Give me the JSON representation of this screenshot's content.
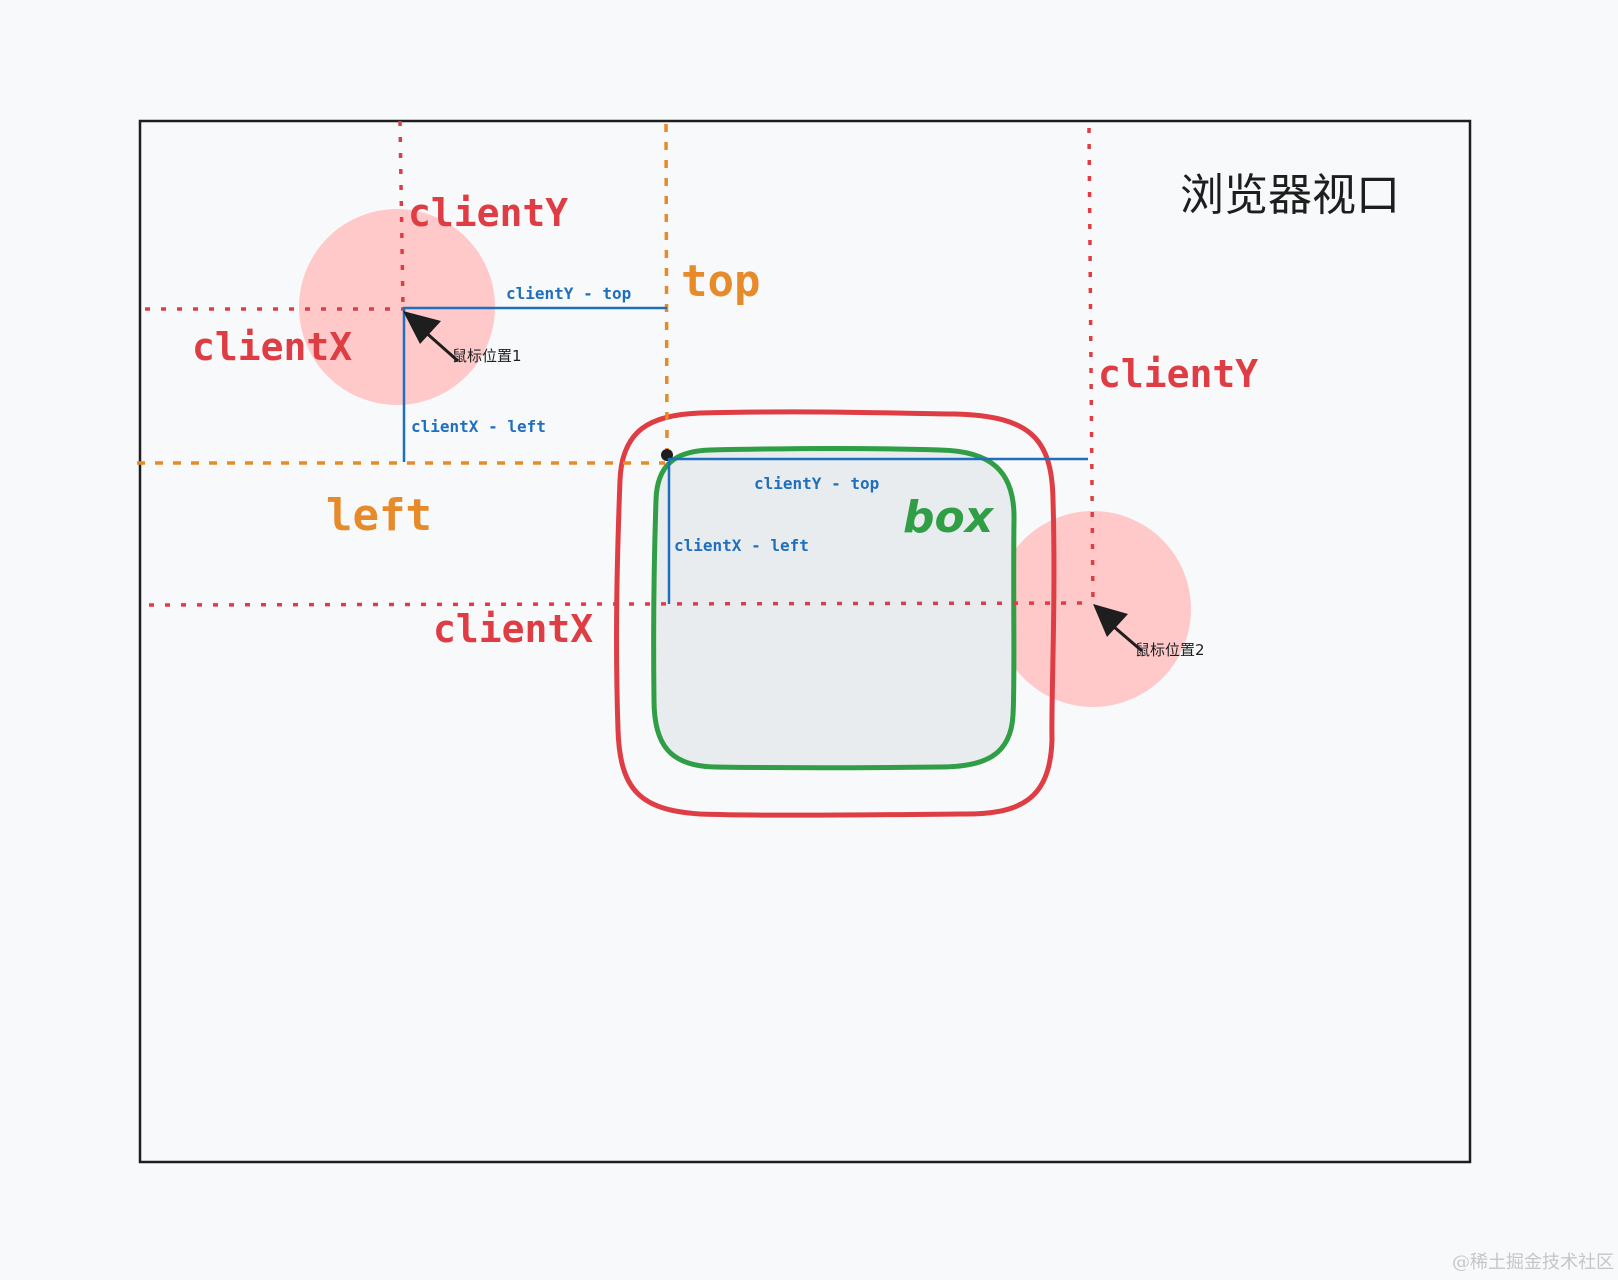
{
  "viewport_label": "浏览器视口",
  "colors": {
    "red": "#df3d44",
    "orange": "#e78a2a",
    "blue": "#1f6fbf",
    "green": "#2f9e44",
    "pink": "#ffc9c9",
    "box_fill": "#e9ecef",
    "ink": "#1e1e1e"
  },
  "mouse1": {
    "label": "鼠标位置1",
    "client_y_label": "clientY",
    "client_x_label": "clientX",
    "dy_label": "clientY - top",
    "dx_label": "clientX - left"
  },
  "mouse2": {
    "label": "鼠标位置2",
    "client_y_label": "clientY",
    "client_x_label": "clientX",
    "dy_label": "clientY - top",
    "dx_label": "clientX - left"
  },
  "box": {
    "label": "box",
    "top_label": "top",
    "left_label": "left"
  },
  "watermark": "@稀土掘金技术社区"
}
